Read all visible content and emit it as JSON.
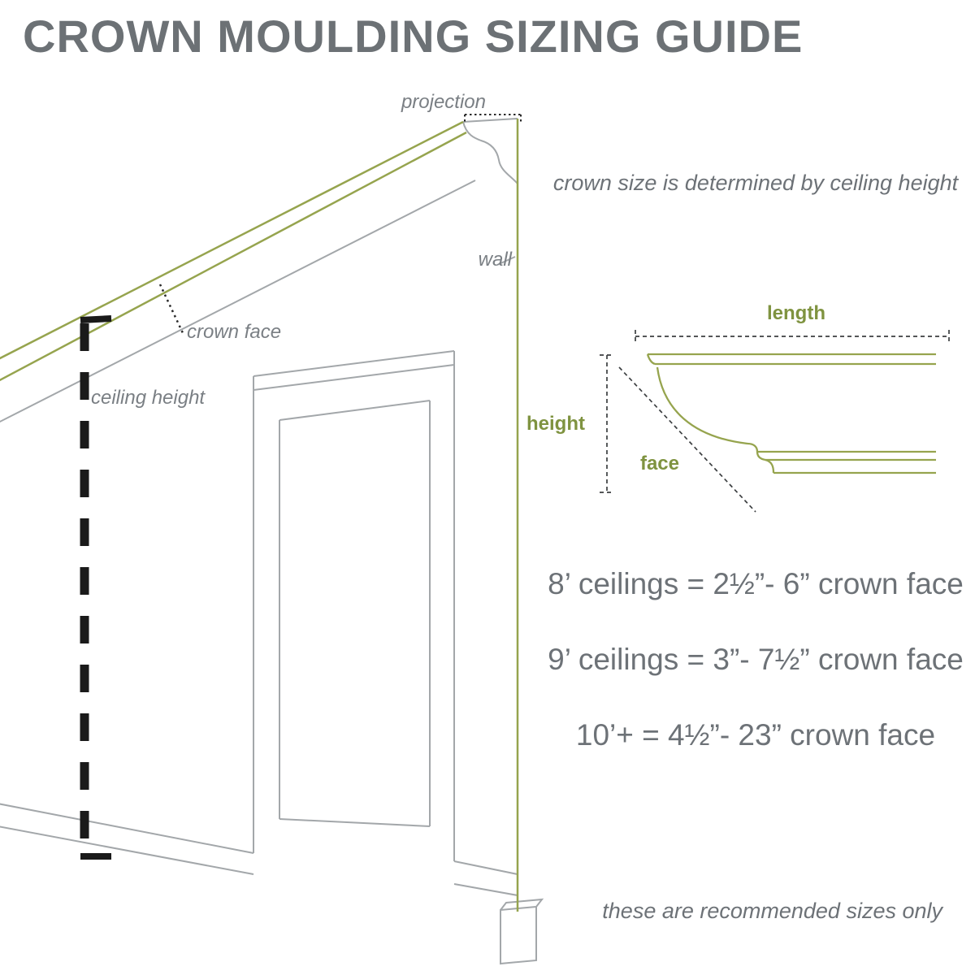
{
  "title": "CROWN MOULDING SIZING GUIDE",
  "subtitle": "crown size is determined by ceiling height",
  "colors": {
    "accent_green": "#96a44e",
    "label_green": "#7f9340",
    "text_gray": "#6d7277",
    "line_gray": "#a3a7aa",
    "dimension_black": "#1a1a1a"
  },
  "diagram_labels": {
    "projection": "projection",
    "wall": "wall",
    "crown_face": "crown face",
    "ceiling_height": "ceiling height"
  },
  "cross_section_labels": {
    "length": "length",
    "height": "height",
    "face": "face"
  },
  "sizing_rules": [
    {
      "text": "8’ ceilings = 2½”- 6” crown face"
    },
    {
      "text": "9’ ceilings = 3”- 7½” crown face"
    },
    {
      "text": "10’+ = 4½”- 23” crown face"
    }
  ],
  "footnote": "these are recommended sizes only"
}
